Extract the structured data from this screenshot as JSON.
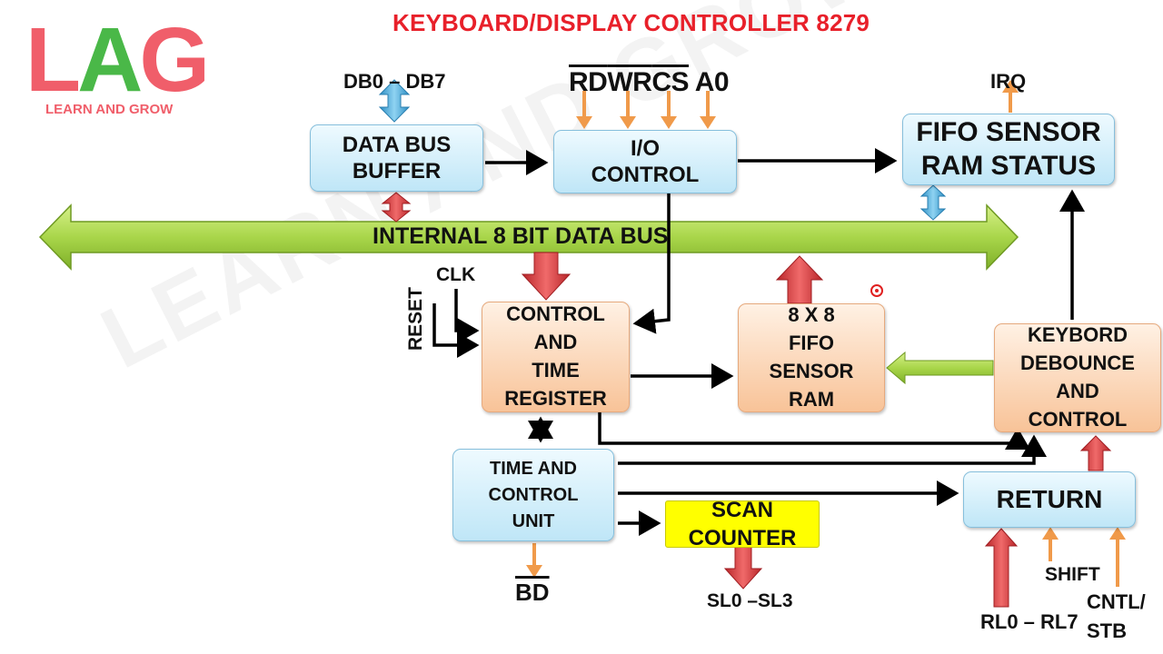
{
  "title": "KEYBOARD/DISPLAY CONTROLLER 8279",
  "logo": {
    "text": "LAG",
    "subtitle": "LEARN AND GROW"
  },
  "watermark": "LEARN AND GROW",
  "blocks": {
    "data_bus_buffer": [
      "DATA BUS",
      "BUFFER"
    ],
    "io_control": [
      "I/O",
      "CONTROL"
    ],
    "fifo_status": [
      "FIFO SENSOR",
      "RAM STATUS"
    ],
    "internal_bus": "INTERNAL 8 BIT DATA BUS",
    "control_time_register": [
      "CONTROL",
      "AND",
      "TIME",
      "REGISTER"
    ],
    "fifo_ram": [
      "8 X 8",
      "FIFO",
      "SENSOR",
      "RAM"
    ],
    "keyboard_debounce": [
      "KEYBORD",
      "DEBOUNCE",
      "AND",
      "CONTROL"
    ],
    "time_control_unit": [
      "TIME AND",
      "CONTROL",
      "UNIT"
    ],
    "scan_counter": [
      "SCAN",
      "COUNTER"
    ],
    "return": "RETURN"
  },
  "signals": {
    "db": "DB0 – DB7",
    "rd": "RD",
    "wr": "WR",
    "cs": "CS",
    "a0": "A0",
    "irq": "IRQ",
    "clk": "CLK",
    "reset": "RESET",
    "bd": "BD",
    "sl": "SL0 –SL3",
    "rl": "RL0 – RL7",
    "shift": "SHIFT",
    "cntl": "CNTL/",
    "stb": "STB"
  }
}
